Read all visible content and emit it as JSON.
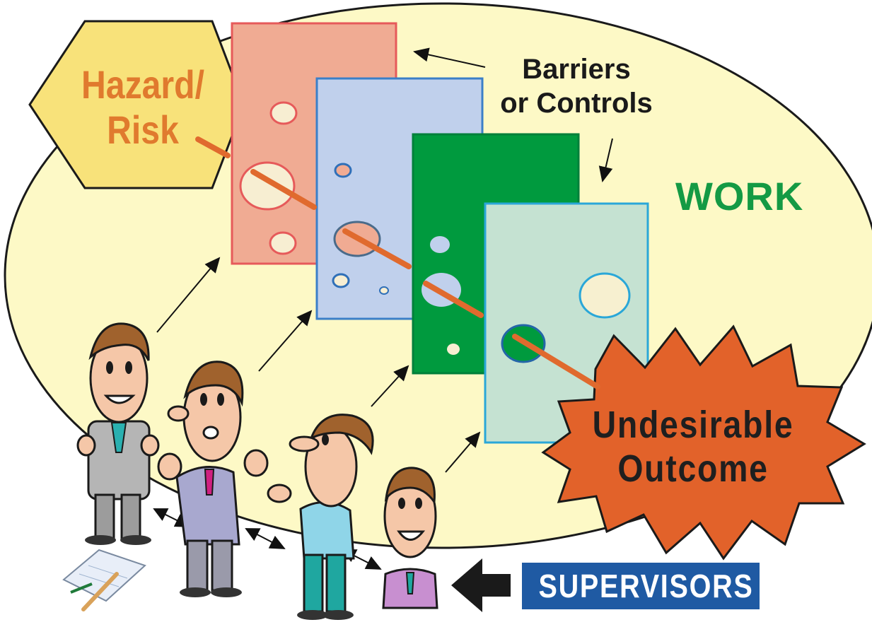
{
  "labels": {
    "hazard_line1": "Hazard/",
    "hazard_line2": "Risk",
    "barriers_line1": "Barriers",
    "barriers_line2": "or Controls",
    "work": "WORK",
    "outcome_line1": "Undesirable",
    "outcome_line2": "Outcome",
    "supervisors": "SUPERVISORS"
  },
  "colors": {
    "work_ellipse": "#fdf9c6",
    "hazard_hexagon": "#f8e27a",
    "hazard_text": "#e07a2e",
    "barrier_1": "#f0ab93",
    "barrier_2": "#c0d0ec",
    "barrier_3": "#009a3e",
    "barrier_4": "#c5e2d2",
    "outcome_star": "#e2622a",
    "trajectory": "#e06a2e",
    "work_text": "#149a44",
    "supervisors_box": "#1f5aa3"
  },
  "icons": [
    "hazard-hexagon",
    "barrier-slice",
    "explosion-star",
    "supervisor-figure",
    "notepad-pencil",
    "black-arrow"
  ]
}
